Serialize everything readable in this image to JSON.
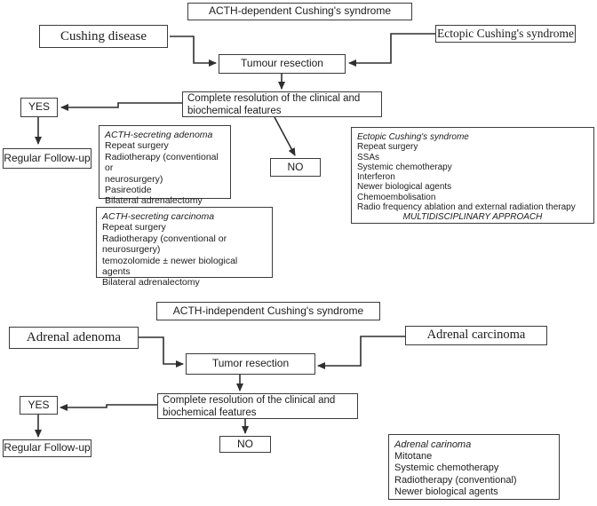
{
  "colors": {
    "background": "#ffffff",
    "line": "#2f2f2f",
    "border": "#3c3c3c",
    "text": "#1c1c1c"
  },
  "top_flow": {
    "title": "ACTH-dependent Cushing's syndrome",
    "cushing_disease_label": "Cushing disease",
    "ectopic_label": "Ectopic Cushing's syndrome",
    "tumour_resection_label": "Tumour resection",
    "complete_resolution_line1": "Complete resolution of the clinical and",
    "complete_resolution_line2": "biochemical features",
    "yes_label": "YES",
    "no_label": "NO",
    "regular_followup_label": "Regular Follow-up",
    "adenoma_box": {
      "title": "ACTH-secreting adenoma",
      "lines": [
        "Repeat surgery",
        "Radiotherapy (conventional or",
        "neurosurgery)",
        "Pasireotide",
        "Bilateral adrenalectomy"
      ]
    },
    "carcinoma_box": {
      "title": "ACTH-secreting carcinoma",
      "lines": [
        "Repeat surgery",
        "Radiotherapy (conventional or",
        "neurosurgery)",
        "temozolomide ± newer biological agents",
        "Bilateral adrenalectomy"
      ]
    },
    "ectopic_box": {
      "title": "Ectopic Cushing's syndrome",
      "lines": [
        "Repeat surgery",
        "SSAs",
        "Systemic chemotherapy",
        "Interferon",
        "Newer biological agents",
        "Chemoembolisation",
        "Radio frequency ablation and external radiation therapy"
      ],
      "footer": "MULTIDISCIPLINARY APPROACH"
    }
  },
  "bottom_flow": {
    "title": "ACTH-independent Cushing's syndrome",
    "adrenal_adenoma_label": "Adrenal adenoma",
    "adrenal_carcinoma_label": "Adrenal carcinoma",
    "tumor_resection_label": "Tumor resection",
    "complete_resolution_line1": "Complete resolution of the clinical and",
    "complete_resolution_line2": "biochemical features",
    "yes_label": "YES",
    "no_label": "NO",
    "regular_followup_label": "Regular Follow-up",
    "carinoma_box": {
      "title": "Adrenal carinoma",
      "lines": [
        "Mitotane",
        "Systemic chemotherapy",
        "Radiotherapy (conventional)",
        "Newer biological agents"
      ]
    }
  }
}
